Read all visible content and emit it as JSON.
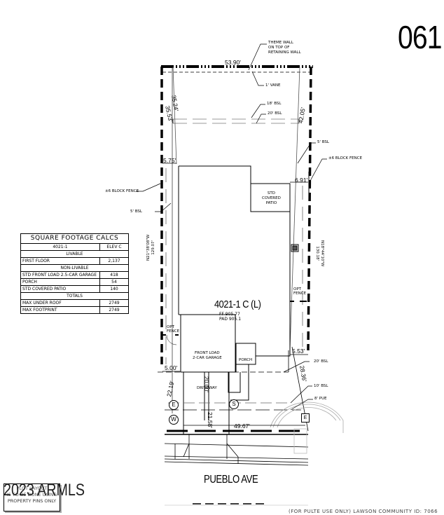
{
  "lot_number": "061",
  "square_footage_calcs": {
    "title": "SQUARE FOOTAGE CALCS",
    "plan": "4021-1",
    "elevation": "ELEV C",
    "sections": [
      {
        "heading": "LIVABLE",
        "rows": [
          {
            "label": "FIRST FLOOR",
            "value": "2,137"
          }
        ]
      },
      {
        "heading": "NON-LIVABLE",
        "rows": [
          {
            "label": "STD FRONT LOAD 2.5-CAR GARAGE",
            "value": "418"
          },
          {
            "label": "PORCH",
            "value": "54"
          },
          {
            "label": "STD COVERED PATIO",
            "value": "140"
          }
        ]
      },
      {
        "heading": "TOTALS",
        "rows": [
          {
            "label": "MAX UNDER ROOF",
            "value": "2749"
          },
          {
            "label": "MAX FOOTPRINT",
            "value": "2749"
          }
        ]
      }
    ]
  },
  "plan": {
    "title": "4021-1 C (L)",
    "ff": "FF  905.77",
    "pad": "PAD  905.1",
    "rooms": {
      "patio": [
        "STD",
        "COVERED",
        "PATIO"
      ],
      "garage": [
        "FRONT LOAD",
        "2-CAR GARAGE"
      ],
      "porch": "PORCH",
      "driveway": "DRIVEWAY"
    }
  },
  "callouts": {
    "theme_wall": [
      "THEME WALL",
      "ON TOP OF",
      "RETAINING WALL"
    ],
    "vane": "1' VANE",
    "bsl_18": "18' BSL",
    "bsl_20": "20' BSL",
    "bsl_5_right": "5' BSL",
    "block_fence_right": "±6 BLOCK FENCE",
    "block_fence_left": "±6 BLOCK FENCE",
    "bsl_5_left": "5' BSL",
    "opt_fence_left": [
      "OPT",
      "FENCE"
    ],
    "opt_fence_right": [
      "OPT",
      "FENCE"
    ],
    "bsl_20_front": "20' BSL",
    "bsl_10": "10' BSL",
    "pue_8": "8' PUE"
  },
  "dimensions": {
    "top": "53.90'",
    "left_35_24": "35.24'",
    "left_35_53": "35.53'",
    "right_42_05": "42.05'",
    "left_5_75": "5.75'",
    "right_6_91": "6.91'",
    "bearing_left": [
      "N21°38'08\"W",
      "129.07'"
    ],
    "bearing_right": [
      "N18°44'10\"W",
      "130.18'"
    ],
    "right_5_53": "5.53'",
    "left_5_00": "5.00'",
    "left_22_19": "22.19'",
    "driveway_20_00": "20.00'",
    "drive_21_58": "21.58'",
    "right_28_36": "28.36'",
    "bottom": "49.67'"
  },
  "utility_marks": {
    "electric_left": "E",
    "sewer": "S",
    "water": "W",
    "electric_right": "E"
  },
  "street": "PUEBLO AVE",
  "note_box": [
    "PLOT LAYOUT",
    "IS TO BE DONE USING",
    "PROPERTY PINS ONLY"
  ],
  "watermark": "2023 ARMLS",
  "footer": "(FOR PULTE USE ONLY) LAWSON COMMUNITY ID: 7066"
}
